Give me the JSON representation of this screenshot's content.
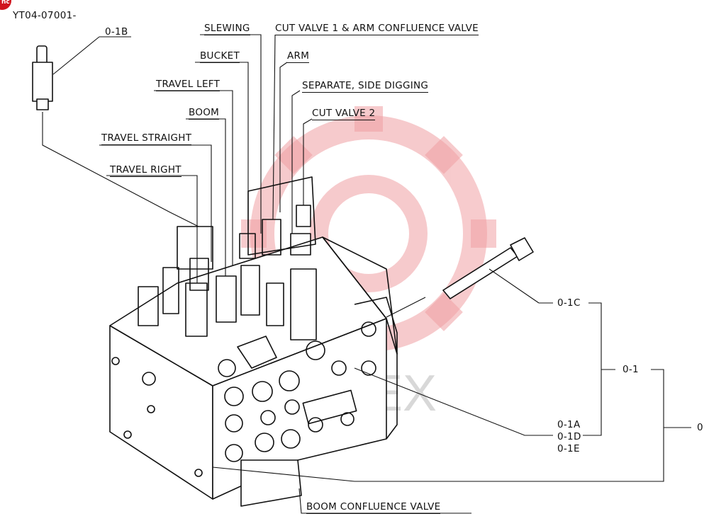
{
  "doc_code": "YT04-07001-",
  "logo_text": "nc",
  "labels": {
    "part_018": "0-1B",
    "slewing": "SLEWING",
    "cut_valve_1": "CUT VALVE 1 & ARM CONFLUENCE VALVE",
    "bucket": "BUCKET",
    "arm": "ARM",
    "travel_left": "TRAVEL LEFT",
    "separate": "SEPARATE, SIDE DIGGING",
    "boom": "BOOM",
    "cut_valve_2": "CUT VALVE 2",
    "travel_straight": "TRAVEL STRAIGHT",
    "travel_right": "TRAVEL RIGHT",
    "part_01c": "0-1C",
    "part_01": "0-1",
    "part_0": "0",
    "part_01a": "0-1A",
    "part_01d": "0-1D",
    "part_01e": "0-1E",
    "boom_confluence": "BOOM CONFLUENCE VALVE"
  },
  "watermark_text": "AHEX",
  "colors": {
    "line": "#111111",
    "watermark": "#f0a0a4",
    "logo": "#d0141e"
  }
}
